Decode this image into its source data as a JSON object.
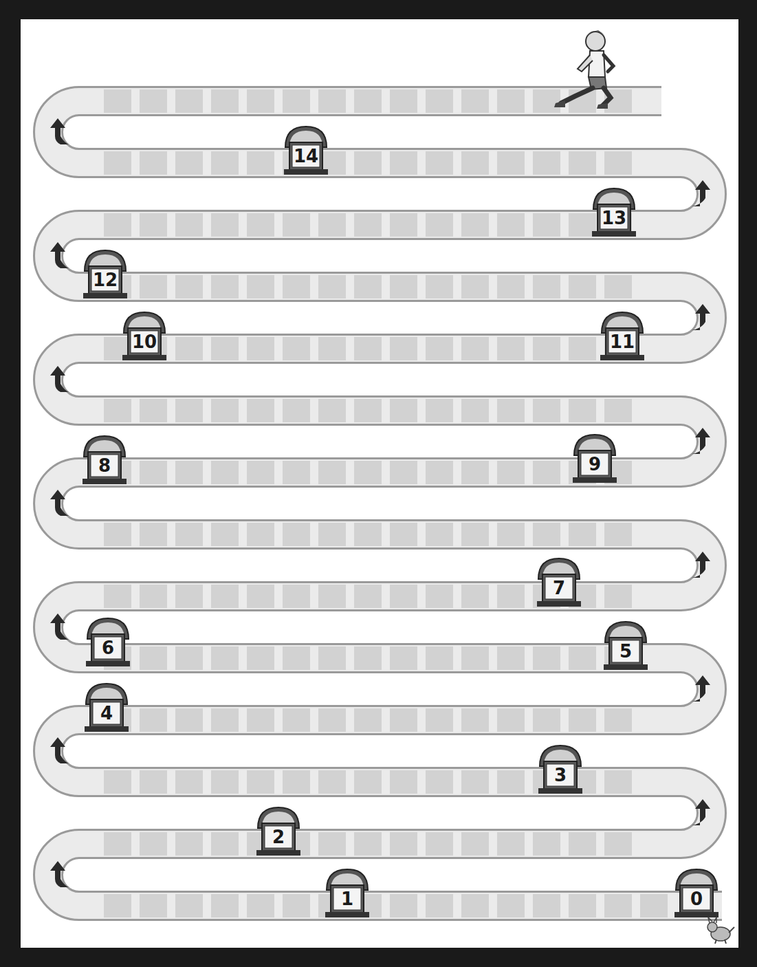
{
  "diagram": {
    "nodes": [
      {
        "text": [
          "14"
        ]
      },
      {
        "text": [
          "13"
        ]
      },
      {
        "text": [
          "12"
        ]
      },
      {
        "text": [
          "10"
        ]
      },
      {
        "text": [
          "11"
        ]
      },
      {
        "text": [
          "8"
        ]
      },
      {
        "text": [
          "9"
        ]
      },
      {
        "text": [
          "7"
        ]
      },
      {
        "text": [
          "6"
        ]
      },
      {
        "text": [
          "5"
        ]
      },
      {
        "text": [
          "4"
        ]
      },
      {
        "text": [
          "3"
        ]
      },
      {
        "text": [
          "2"
        ]
      },
      {
        "text": [
          "1"
        ]
      },
      {
        "text": [
          "0"
        ]
      }
    ]
  }
}
